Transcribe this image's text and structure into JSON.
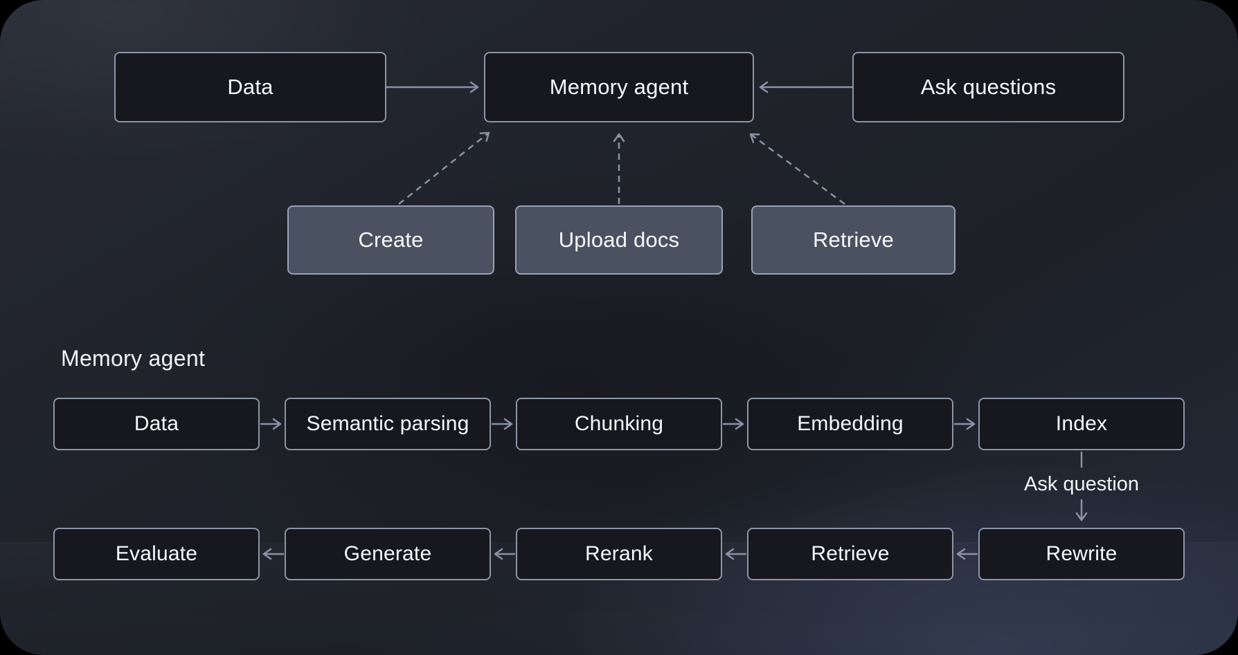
{
  "diagram": {
    "top": {
      "nodes": {
        "data": "Data",
        "memory_agent": "Memory agent",
        "ask_questions": "Ask questions",
        "create": "Create",
        "upload_docs": "Upload docs",
        "retrieve": "Retrieve"
      },
      "edges": [
        {
          "from": "Data",
          "to": "Memory agent",
          "style": "solid"
        },
        {
          "from": "Ask questions",
          "to": "Memory agent",
          "style": "solid"
        },
        {
          "from": "Create",
          "to": "Memory agent",
          "style": "dashed"
        },
        {
          "from": "Upload docs",
          "to": "Memory agent",
          "style": "dashed"
        },
        {
          "from": "Retrieve",
          "to": "Memory agent",
          "style": "dashed"
        }
      ]
    },
    "bottom": {
      "heading": "Memory agent",
      "ingest_row": [
        "Data",
        "Semantic parsing",
        "Chunking",
        "Embedding",
        "Index"
      ],
      "ingest_edges": [
        {
          "from": "Data",
          "to": "Semantic parsing"
        },
        {
          "from": "Semantic parsing",
          "to": "Chunking"
        },
        {
          "from": "Chunking",
          "to": "Embedding"
        },
        {
          "from": "Embedding",
          "to": "Index"
        }
      ],
      "connector_label": "Ask question",
      "connector_edge": {
        "from": "Index",
        "to": "Rewrite"
      },
      "query_row": [
        "Evaluate",
        "Generate",
        "Rerank",
        "Retrieve",
        "Rewrite"
      ],
      "query_edges": [
        {
          "from": "Rewrite",
          "to": "Retrieve"
        },
        {
          "from": "Retrieve",
          "to": "Rerank"
        },
        {
          "from": "Rerank",
          "to": "Generate"
        },
        {
          "from": "Generate",
          "to": "Evaluate"
        }
      ]
    }
  },
  "colors": {
    "canvas_outside": "#000000",
    "background_base": "#1e2129",
    "background_glow_bottom_right": "#3a4560",
    "node_dark_fill": "#16181d",
    "node_dark_border": "#8d96a8",
    "node_light_fill": "#4a5261",
    "node_light_border": "#99a2b4",
    "edge_stroke": "#8a92a4",
    "text": "#f7f8fa"
  }
}
